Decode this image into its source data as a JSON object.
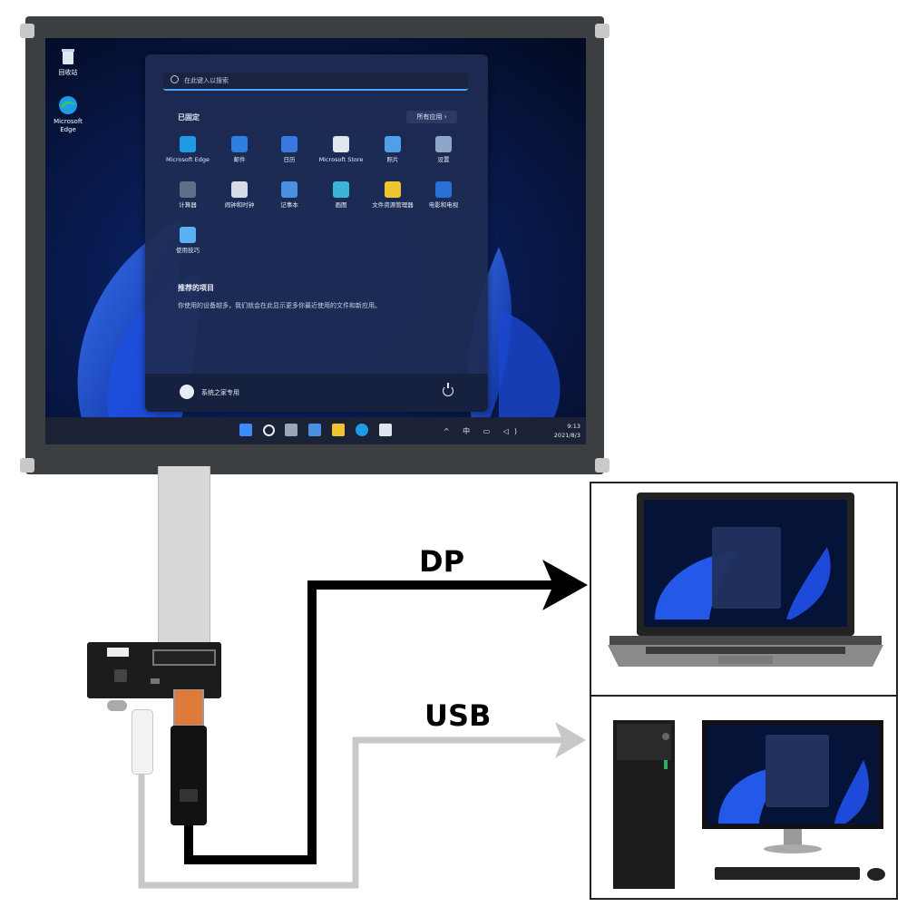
{
  "desktop": {
    "icons": [
      {
        "label": "回收站",
        "icon": "recycle-bin-icon"
      },
      {
        "label": "Microsoft Edge",
        "icon": "edge-icon"
      }
    ]
  },
  "start_menu": {
    "search_placeholder": "在此键入以搜索",
    "pinned_title": "已固定",
    "all_apps": "所有应用 ›",
    "apps": [
      {
        "label": "Microsoft Edge",
        "color": "#1f9be6"
      },
      {
        "label": "邮件",
        "color": "#2f7fe0"
      },
      {
        "label": "日历",
        "color": "#3b78e0"
      },
      {
        "label": "Microsoft Store",
        "color": "#e0e6ef"
      },
      {
        "label": "照片",
        "color": "#4fa0e8"
      },
      {
        "label": "设置",
        "color": "#8fa6c8"
      },
      {
        "label": "计算器",
        "color": "#5e6f8a"
      },
      {
        "label": "闹钟和时钟",
        "color": "#d6dbe6"
      },
      {
        "label": "记事本",
        "color": "#4a8fe0"
      },
      {
        "label": "画图",
        "color": "#3fb2d8"
      },
      {
        "label": "文件资源管理器",
        "color": "#f1c232"
      },
      {
        "label": "电影和电视",
        "color": "#2a6fd6"
      },
      {
        "label": "使用技巧",
        "color": "#5ab0f0"
      }
    ],
    "recommended_title": "推荐的项目",
    "recommended_text": "你使用的设备越多，我们就会在此显示更多你最近使用的文件和新应用。",
    "user_name": "系统之家专用"
  },
  "taskbar": {
    "icons": [
      "start-icon",
      "search-icon",
      "task-view-icon",
      "widgets-icon",
      "file-explorer-icon",
      "edge-icon",
      "store-icon"
    ],
    "tray": "^ 中 ▭ ◁)",
    "time": "9:13",
    "date": "2021/8/3"
  },
  "labels": {
    "dp": "DP",
    "usb": "USB"
  },
  "colors": {
    "dp_cable": "#000000",
    "usb_cable": "#c8c8c8"
  }
}
